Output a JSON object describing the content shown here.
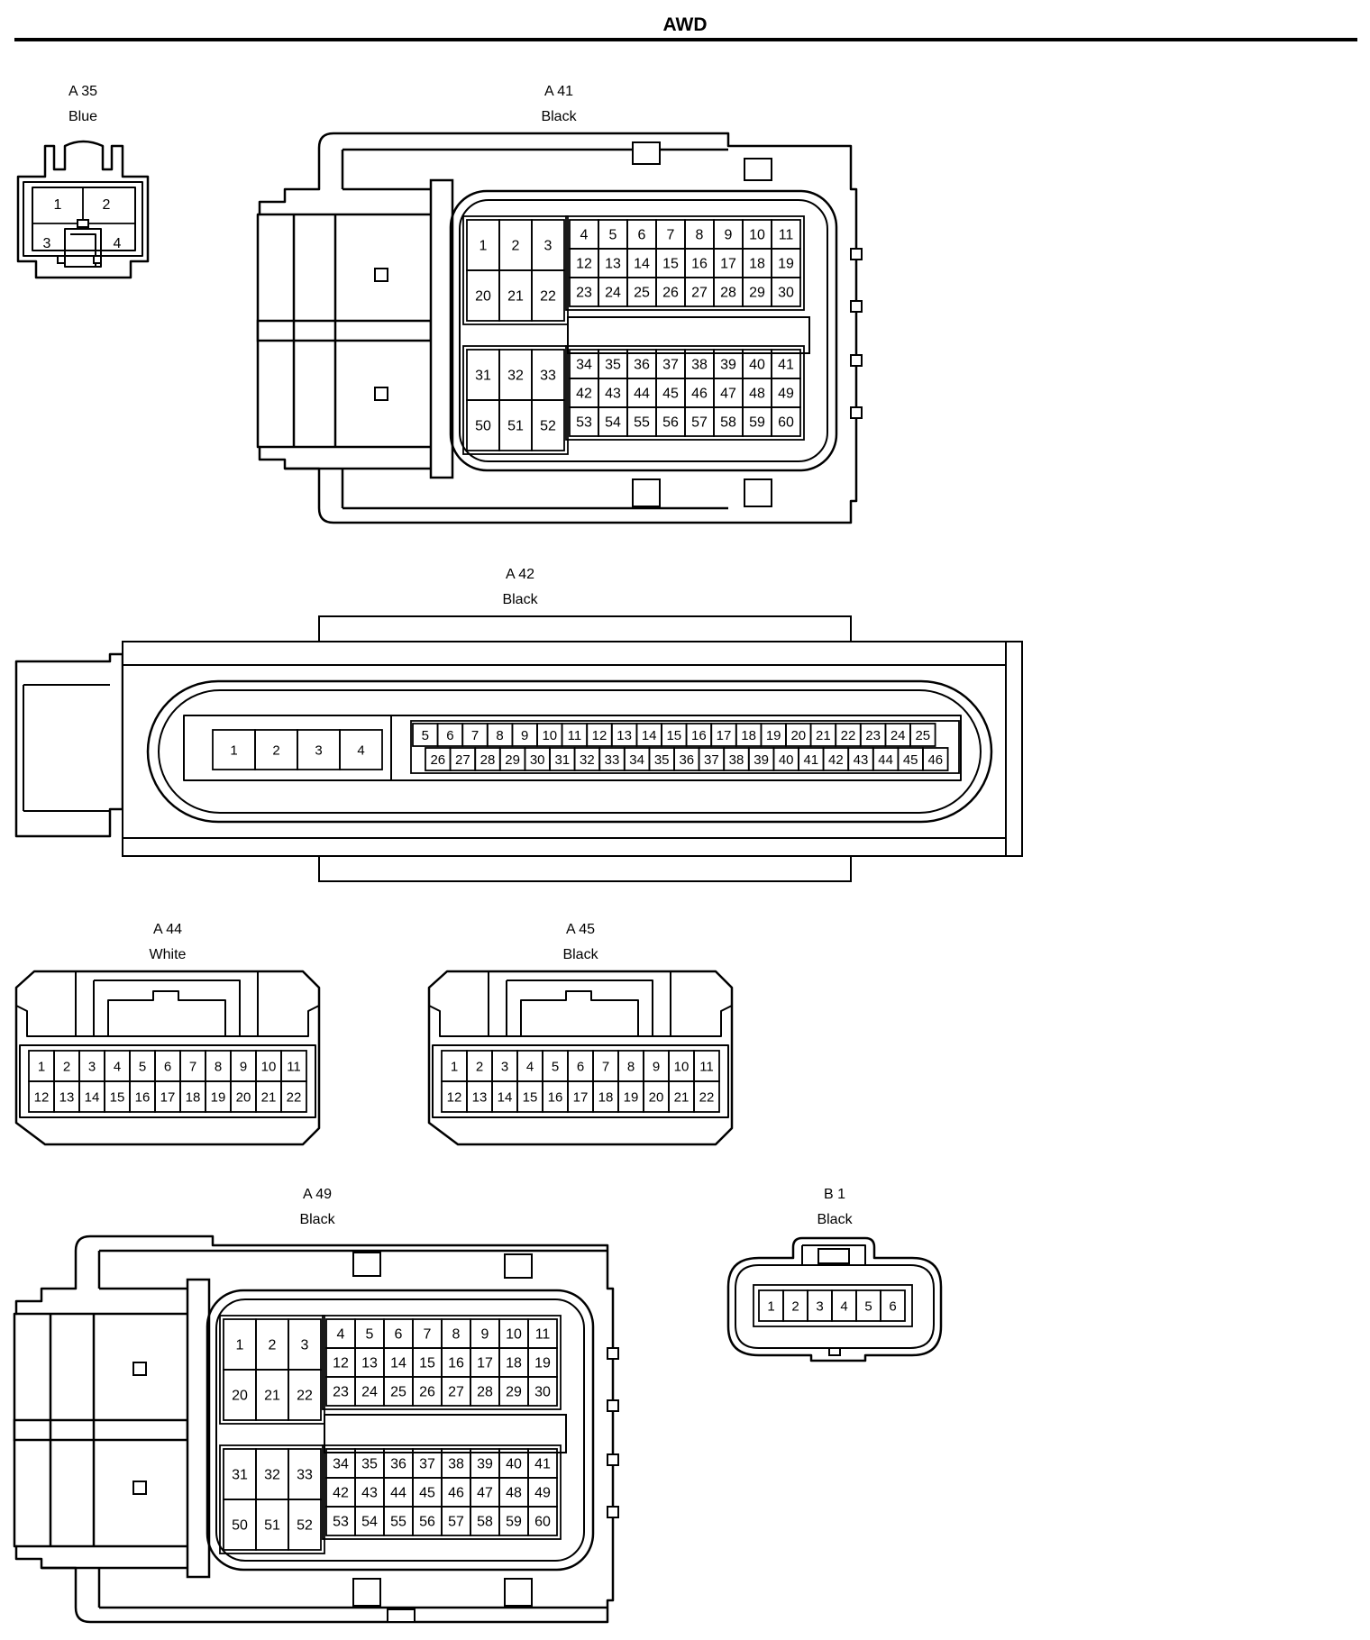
{
  "title": "AWD",
  "connectors": {
    "a35": {
      "id": "A 35",
      "color": "Blue",
      "pins": [
        "1",
        "2",
        "3",
        "4"
      ]
    },
    "a41": {
      "id": "A 41",
      "color": "Black",
      "pins": [
        "1",
        "2",
        "3",
        "4",
        "5",
        "6",
        "7",
        "8",
        "9",
        "10",
        "11",
        "12",
        "13",
        "14",
        "15",
        "16",
        "17",
        "18",
        "19",
        "20",
        "21",
        "22",
        "23",
        "24",
        "25",
        "26",
        "27",
        "28",
        "29",
        "30",
        "31",
        "32",
        "33",
        "34",
        "35",
        "36",
        "37",
        "38",
        "39",
        "40",
        "41",
        "42",
        "43",
        "44",
        "45",
        "46",
        "47",
        "48",
        "49",
        "50",
        "51",
        "52",
        "53",
        "54",
        "55",
        "56",
        "57",
        "58",
        "59",
        "60"
      ]
    },
    "a42": {
      "id": "A 42",
      "color": "Black",
      "pins": [
        "1",
        "2",
        "3",
        "4",
        "5",
        "6",
        "7",
        "8",
        "9",
        "10",
        "11",
        "12",
        "13",
        "14",
        "15",
        "16",
        "17",
        "18",
        "19",
        "20",
        "21",
        "22",
        "23",
        "24",
        "25",
        "26",
        "27",
        "28",
        "29",
        "30",
        "31",
        "32",
        "33",
        "34",
        "35",
        "36",
        "37",
        "38",
        "39",
        "40",
        "41",
        "42",
        "43",
        "44",
        "45",
        "46"
      ]
    },
    "a44": {
      "id": "A 44",
      "color": "White",
      "pins": [
        "1",
        "2",
        "3",
        "4",
        "5",
        "6",
        "7",
        "8",
        "9",
        "10",
        "11",
        "12",
        "13",
        "14",
        "15",
        "16",
        "17",
        "18",
        "19",
        "20",
        "21",
        "22"
      ]
    },
    "a45": {
      "id": "A 45",
      "color": "Black",
      "pins": [
        "1",
        "2",
        "3",
        "4",
        "5",
        "6",
        "7",
        "8",
        "9",
        "10",
        "11",
        "12",
        "13",
        "14",
        "15",
        "16",
        "17",
        "18",
        "19",
        "20",
        "21",
        "22"
      ]
    },
    "a49": {
      "id": "A 49",
      "color": "Black",
      "pins": [
        "1",
        "2",
        "3",
        "4",
        "5",
        "6",
        "7",
        "8",
        "9",
        "10",
        "11",
        "12",
        "13",
        "14",
        "15",
        "16",
        "17",
        "18",
        "19",
        "20",
        "21",
        "22",
        "23",
        "24",
        "25",
        "26",
        "27",
        "28",
        "29",
        "30",
        "31",
        "32",
        "33",
        "34",
        "35",
        "36",
        "37",
        "38",
        "39",
        "40",
        "41",
        "42",
        "43",
        "44",
        "45",
        "46",
        "47",
        "48",
        "49",
        "50",
        "51",
        "52",
        "53",
        "54",
        "55",
        "56",
        "57",
        "58",
        "59",
        "60"
      ]
    },
    "b1": {
      "id": "B 1",
      "color": "Black",
      "pins": [
        "1",
        "2",
        "3",
        "4",
        "5",
        "6"
      ]
    }
  }
}
